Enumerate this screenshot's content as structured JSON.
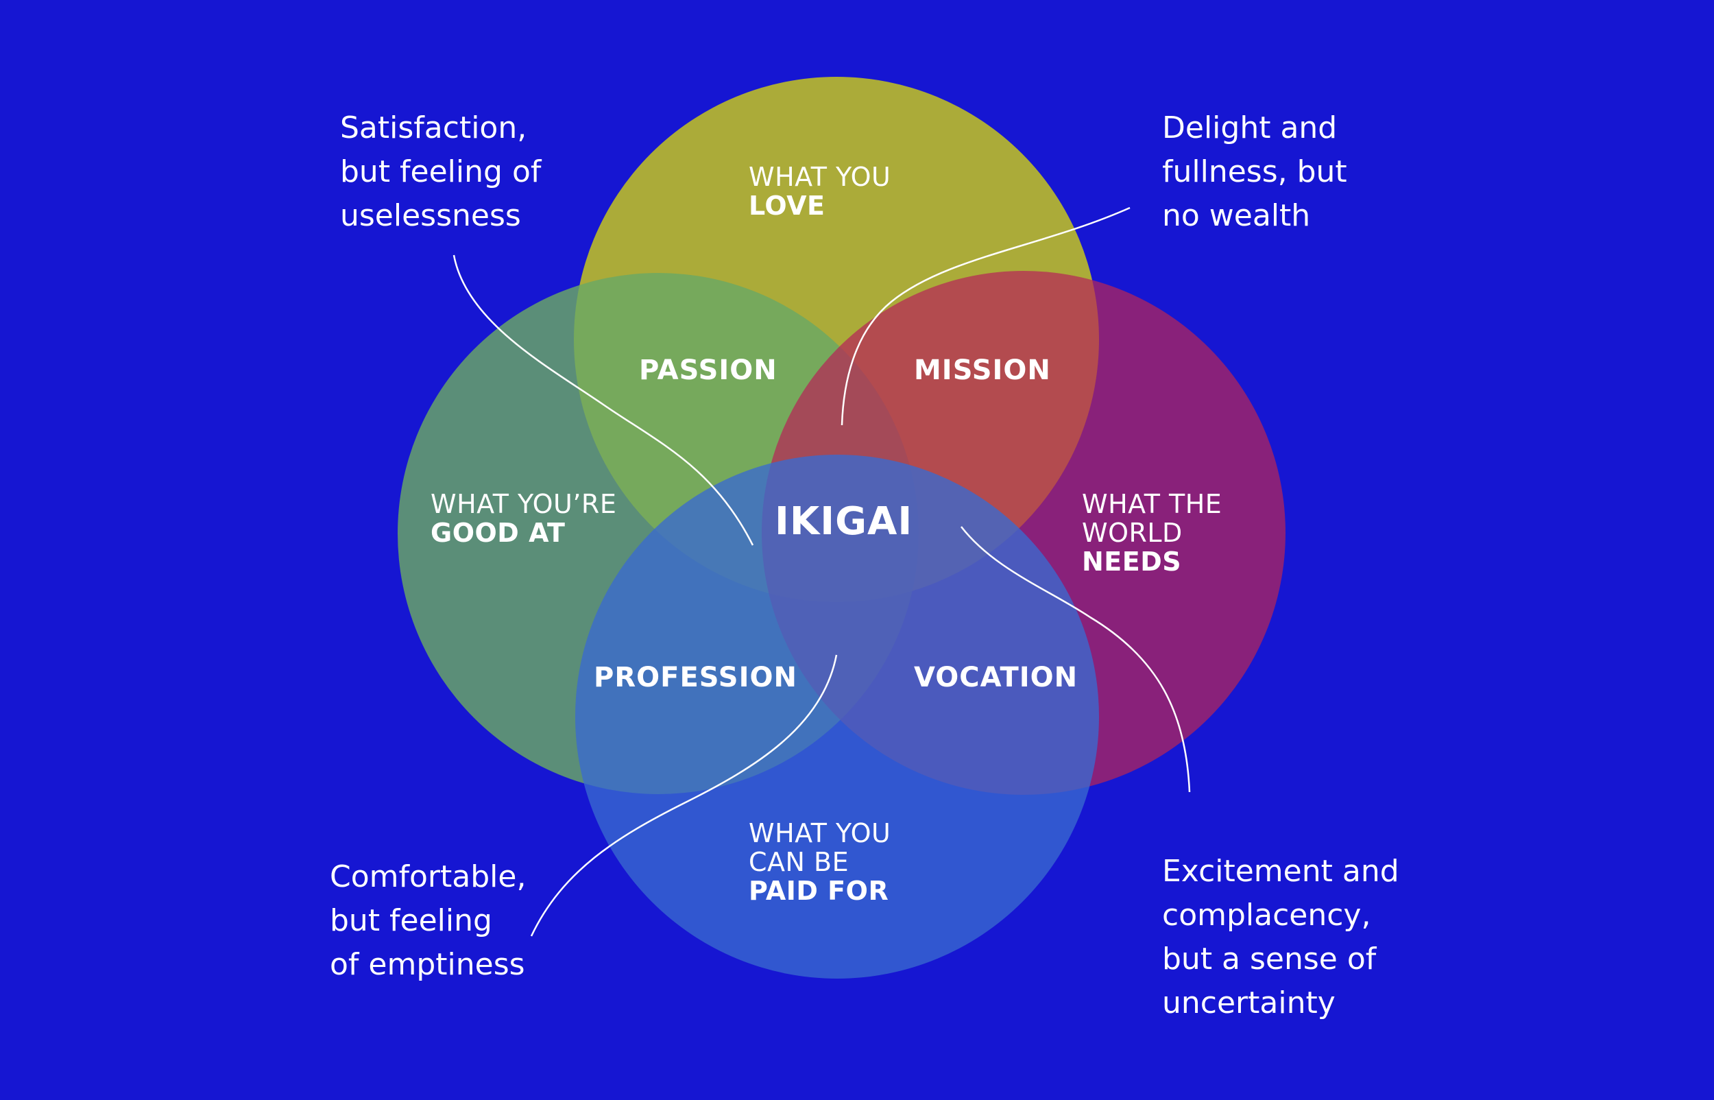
{
  "background": "#1616d2",
  "circles": [
    {
      "id": "love",
      "color": "#c6c61e"
    },
    {
      "id": "good_at",
      "color": "#6aa864"
    },
    {
      "id": "world_needs",
      "color": "#b52558"
    },
    {
      "id": "paid_for",
      "color": "#3a6ad0"
    }
  ],
  "circle_labels": {
    "love": {
      "line1": "WHAT YOU",
      "line2": "LOVE"
    },
    "good_at": {
      "line1": "WHAT YOU’RE",
      "line2": "GOOD AT"
    },
    "world_needs": {
      "line1": "WHAT THE",
      "line2": "WORLD",
      "line3": "NEEDS"
    },
    "paid_for": {
      "line1": "WHAT YOU",
      "line2": "CAN BE",
      "line3": "PAID FOR"
    }
  },
  "overlaps": {
    "passion": "PASSION",
    "mission": "MISSION",
    "profession": "PROFESSION",
    "vocation": "VOCATION",
    "center": "IKIGAI"
  },
  "notes": {
    "top_left": {
      "line1": "Satisfaction,",
      "line2": "but feeling of",
      "line3": "uselessness"
    },
    "top_right": {
      "line1": "Delight and",
      "line2": "fullness, but",
      "line3": "no wealth"
    },
    "bottom_left": {
      "line1": "Comfortable,",
      "line2": "but feeling",
      "line3": "of emptiness"
    },
    "bottom_right": {
      "line1": "Excitement and",
      "line2": "complacency,",
      "line3": "but a sense of",
      "line4": "uncertainty"
    }
  }
}
